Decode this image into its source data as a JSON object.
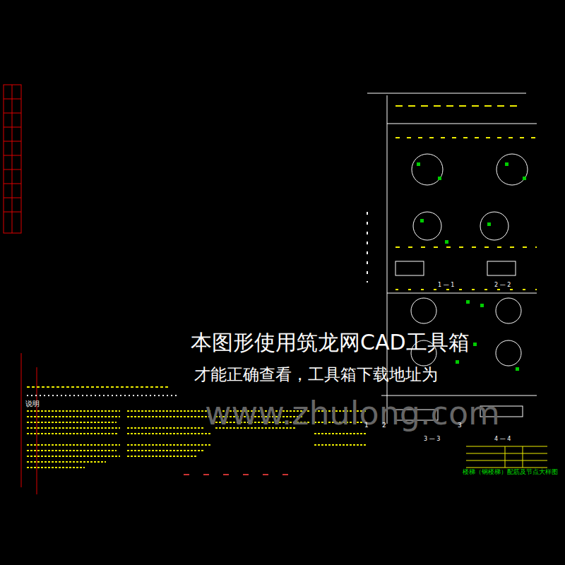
{
  "diagram": {
    "title": "楼梯（钢楼梯）配筋及节点大样图",
    "labels": [
      "本图形使用筑龙网CAD工具箱",
      "才能正确查看，工具箱下载地址为",
      "www.zhulong.com",
      "说明",
      "1 — 1",
      "2 — 2",
      "3 — 3",
      "4 — 4",
      "1",
      "2",
      "3"
    ]
  }
}
